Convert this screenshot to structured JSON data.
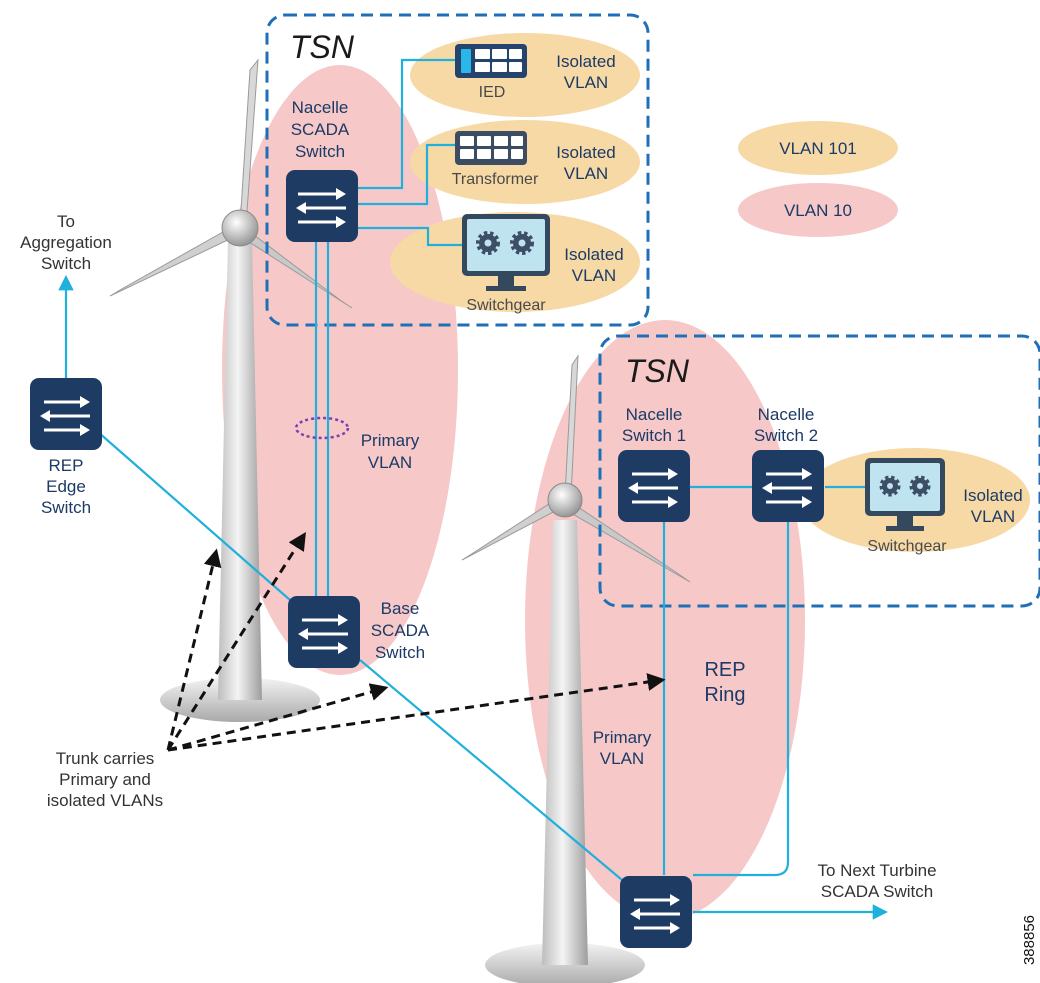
{
  "diagram": {
    "tsn_label_1": "TSN",
    "tsn_label_2": "TSN",
    "legend": {
      "vlan_101": "VLAN 101",
      "vlan_10": "VLAN 10"
    },
    "turbine1": {
      "nacelle_switch_label": [
        "Nacelle",
        "SCADA",
        "Switch"
      ],
      "base_switch_label": [
        "Base",
        "SCADA",
        "Switch"
      ],
      "primary_vlan_label": [
        "Primary",
        "VLAN"
      ],
      "devices": [
        {
          "name": "IED",
          "vlan": [
            "Isolated",
            "VLAN"
          ]
        },
        {
          "name": "Transformer",
          "vlan": [
            "Isolated",
            "VLAN"
          ]
        },
        {
          "name": "Switchgear",
          "vlan": [
            "Isolated",
            "VLAN"
          ]
        }
      ]
    },
    "turbine2": {
      "nacelle_switch_1_label": [
        "Nacelle",
        "Switch 1"
      ],
      "nacelle_switch_2_label": [
        "Nacelle",
        "Switch 2"
      ],
      "switchgear": {
        "name": "Switchgear",
        "vlan": [
          "Isolated",
          "VLAN"
        ]
      },
      "rep_ring_label": [
        "REP",
        "Ring"
      ],
      "primary_vlan_label": [
        "Primary",
        "VLAN"
      ]
    },
    "rep_edge_switch_label": [
      "REP",
      "Edge",
      "Switch"
    ],
    "to_aggregation_label": [
      "To",
      "Aggregation",
      "Switch"
    ],
    "to_next_turbine_label": [
      "To Next Turbine",
      "SCADA Switch"
    ],
    "trunk_label": [
      "Trunk carries",
      "Primary and",
      "isolated VLANs"
    ],
    "figure_number": "388856"
  },
  "colors": {
    "vlan10_pink": "#f6c8c8",
    "vlan101_tan": "#f7d9a6",
    "switch_navy": "#1d3b63",
    "link_cyan": "#1fb0dc",
    "tsn_dash": "#1f6fb8",
    "label_navy": "#1c3a66"
  }
}
